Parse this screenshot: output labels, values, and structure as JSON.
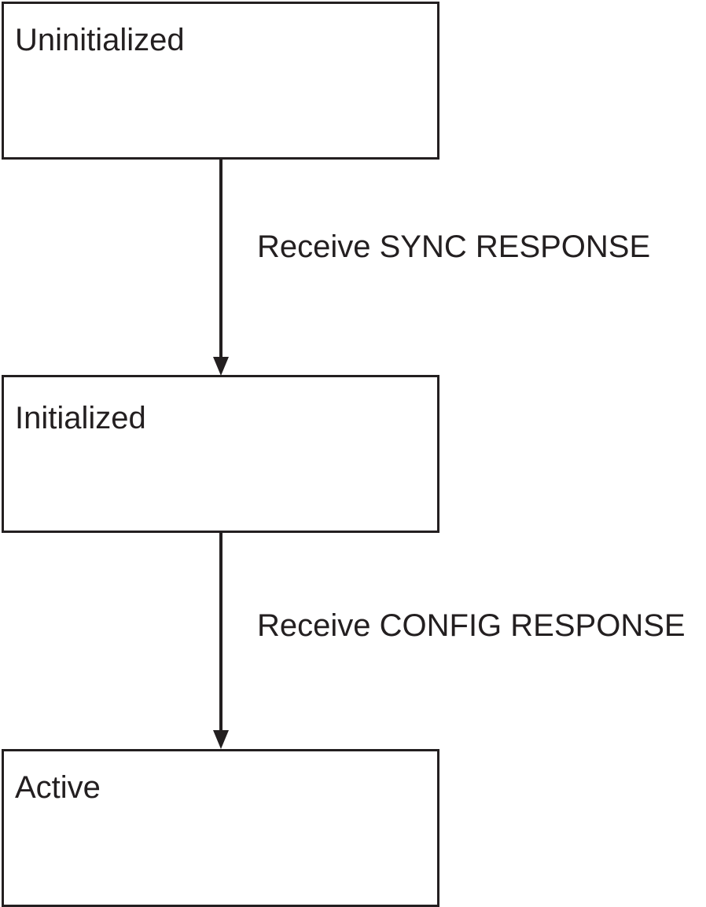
{
  "states": [
    {
      "label": "Uninitialized"
    },
    {
      "label": "Initialized"
    },
    {
      "label": "Active"
    }
  ],
  "transitions": [
    {
      "label": "Receive SYNC RESPONSE"
    },
    {
      "label": "Receive CONFIG RESPONSE"
    }
  ],
  "colors": {
    "stroke": "#231f20",
    "background": "#ffffff"
  }
}
